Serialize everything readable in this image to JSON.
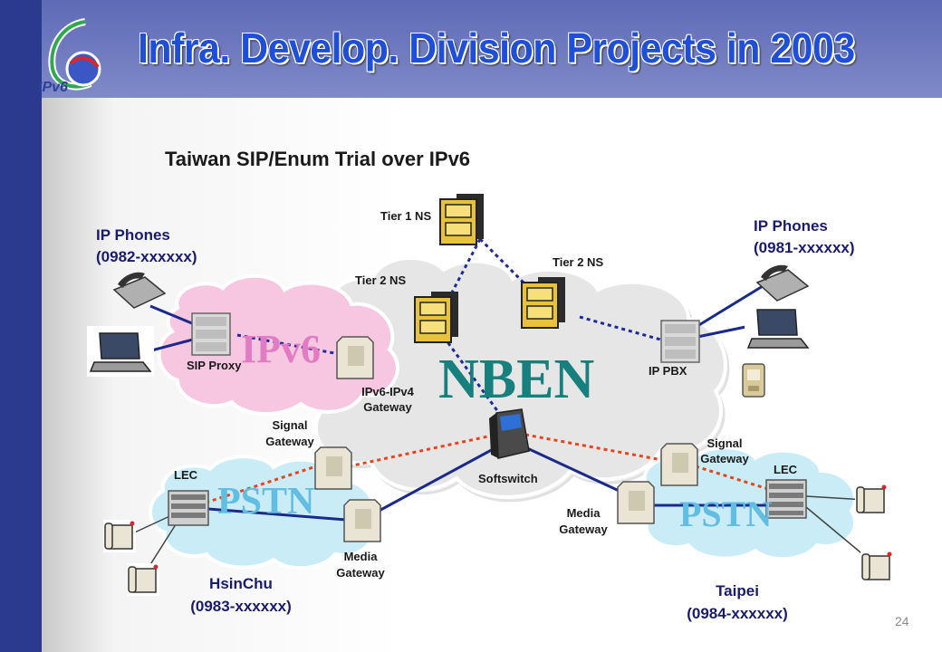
{
  "slide": {
    "title": "Infra. Develop. Division Projects in 2003",
    "subtitle": "Taiwan SIP/Enum Trial over IPv6",
    "logo_text": "IPv6",
    "page_number": "24"
  },
  "clouds": {
    "ipv6": "IPv6",
    "nben": "NBEN",
    "pstn_left": "PSTN",
    "pstn_right": "PSTN"
  },
  "labels": {
    "tier1_ns": "Tier 1 NS",
    "tier2_ns_left": "Tier 2 NS",
    "tier2_ns_right": "Tier 2 NS",
    "sip_proxy": "SIP Proxy",
    "ipv6_ipv4_gateway": [
      "IPv6-IPv4",
      "Gateway"
    ],
    "ip_pbx": "IP PBX",
    "signal_gateway_left": [
      "Signal",
      "Gateway"
    ],
    "signal_gateway_right": [
      "Signal",
      "Gateway"
    ],
    "softswitch": "Softswitch",
    "lec_left": "LEC",
    "lec_right": "LEC",
    "media_gateway_left": [
      "Media",
      "Gateway"
    ],
    "media_gateway_right": [
      "Media",
      "Gateway"
    ]
  },
  "sites": {
    "ip_phones_left": [
      "IP Phones",
      "(0982-xxxxxx)"
    ],
    "ip_phones_right": [
      "IP Phones",
      "(0981-xxxxxx)"
    ],
    "hsinchu": [
      "HsinChu",
      "(0983-xxxxxx)"
    ],
    "taipei": [
      "Taipei",
      "(0984-xxxxxx)"
    ]
  },
  "colors": {
    "left_bar": "#2b3a8f",
    "title_fill": "#1f4fd6",
    "ipv6_cloud": "#f7c7e1",
    "nben_cloud": "#e6e6e6",
    "pstn_cloud": "#c9ecf7",
    "nben_text": "#17807e",
    "ipv6_text": "#e37ac4",
    "pstn_text": "#62bde3",
    "dotted_blue": "#1e2a9c",
    "dotted_red": "#e8431a",
    "solid_link": "#1b2a8a"
  }
}
